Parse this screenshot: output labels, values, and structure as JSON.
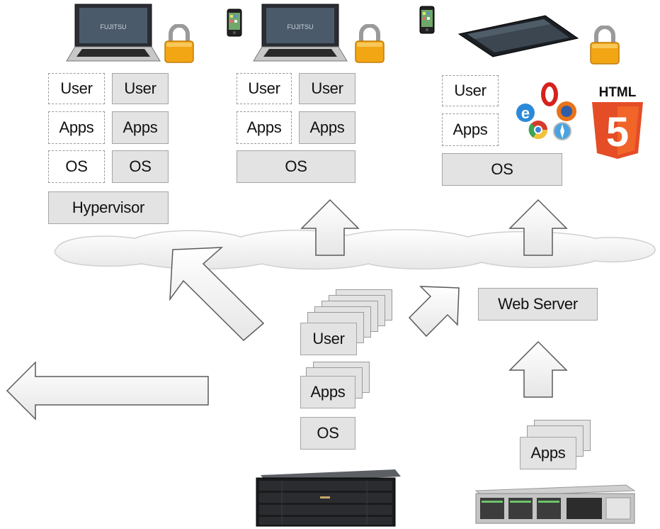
{
  "client_left": {
    "col_a": [
      "User",
      "Apps",
      "OS"
    ],
    "col_b": [
      "User",
      "Apps",
      "OS"
    ],
    "base": "Hypervisor",
    "brand": "FUJITSU"
  },
  "client_middle": {
    "col_a": [
      "User",
      "Apps"
    ],
    "col_b": [
      "User",
      "Apps"
    ],
    "base": "OS",
    "brand": "FUJITSU"
  },
  "client_right": {
    "col_a": [
      "User",
      "Apps"
    ],
    "base": "OS",
    "html5_label": "HTML",
    "html5_digit": "5"
  },
  "server_stack": {
    "user": "User",
    "apps": "Apps",
    "os": "OS"
  },
  "web": {
    "server": "Web Server",
    "apps": "Apps"
  },
  "icons": [
    "laptop-icon",
    "padlock-icon",
    "smartphone-icon",
    "tablet-icon",
    "browser-logos-icon",
    "html5-logo-icon",
    "cloud-icon",
    "storage-server-icon",
    "rack-server-icon"
  ],
  "colors": {
    "box_fill": "#e3e3e3",
    "box_border": "#a5a5a5",
    "lock": "#f2a614",
    "html5": "#e44d26"
  }
}
